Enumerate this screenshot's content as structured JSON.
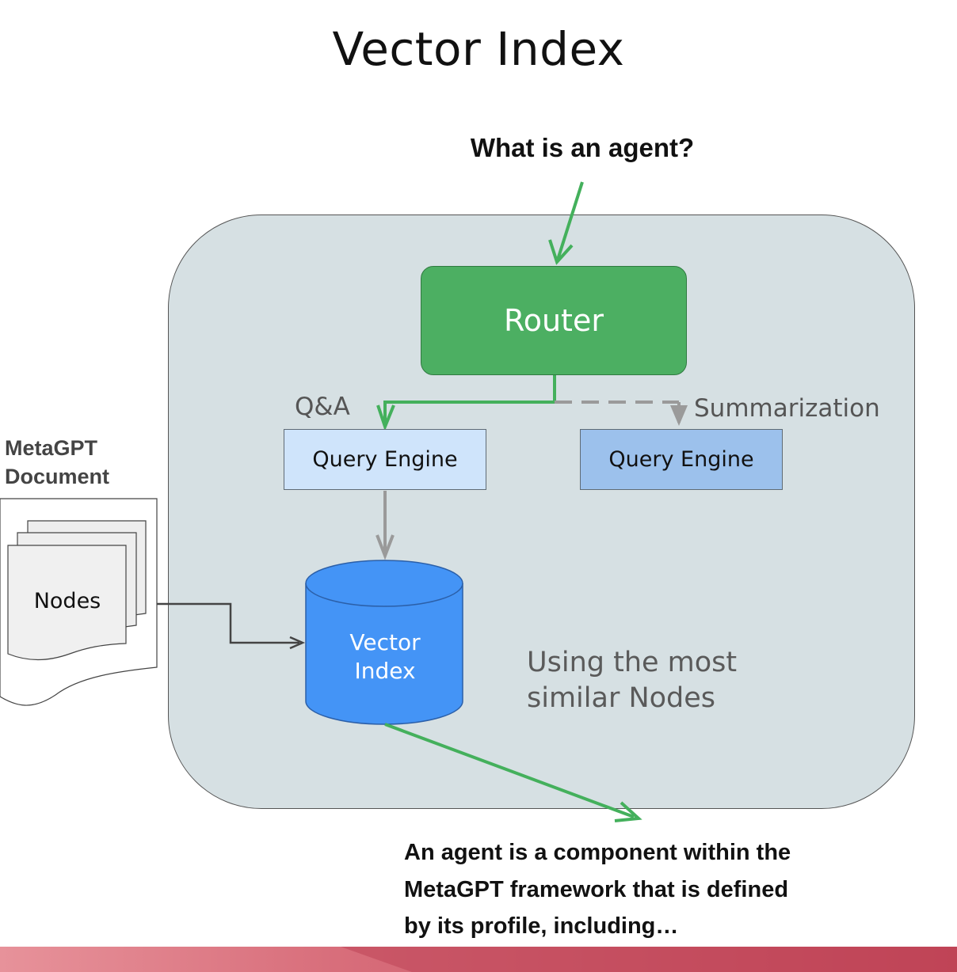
{
  "title": "Vector Index",
  "question": "What is an agent?",
  "router": {
    "label": "Router"
  },
  "routes": {
    "qa_label": "Q&A",
    "summarization_label": "Summarization"
  },
  "query_engines": [
    {
      "label": "Query Engine"
    },
    {
      "label": "Query Engine"
    }
  ],
  "document": {
    "title_line1": "MetaGPT",
    "title_line2": "Document",
    "nodes_label": "Nodes"
  },
  "vector_index": {
    "line1": "Vector",
    "line2": "Index"
  },
  "retrieval_note": {
    "line1": "Using the most",
    "line2": "similar Nodes"
  },
  "answer": {
    "line1": "An agent is a component within the",
    "line2": "MetaGPT framework that is defined",
    "line3": "by its profile, including…"
  },
  "colors": {
    "router_green": "#4caf62",
    "arrow_green": "#44b05c",
    "container_fill": "#d6e0e3",
    "query_engine_light": "#cfe4fb",
    "query_engine_dark": "#9cc1ec",
    "vector_index_blue": "#4494f6",
    "footer_red": "#c0475a"
  }
}
